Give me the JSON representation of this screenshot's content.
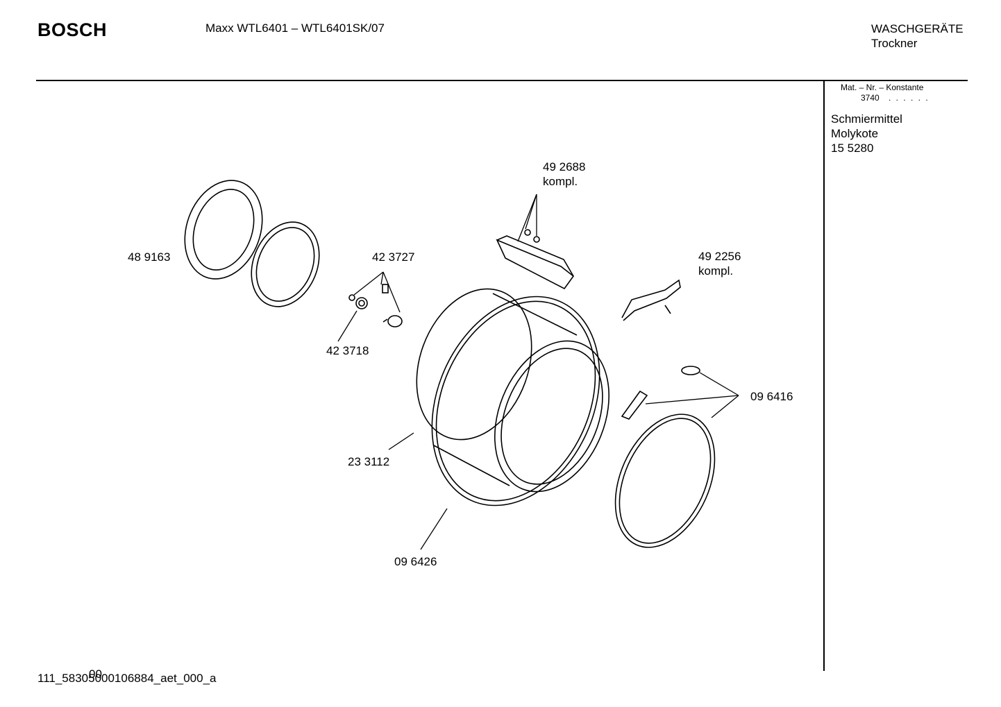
{
  "header": {
    "brand": "BOSCH",
    "model": "Maxx WTL6401 – WTL6401SK/07",
    "category_line1": "WASCHGERÄTE",
    "category_line2": "Trockner"
  },
  "sidebar": {
    "mat_header": "Mat. – Nr. – Konstante",
    "mat_value": "3740",
    "mat_dots": ". . . . . .",
    "lubricant_line1": "Schmiermittel",
    "lubricant_line2": "Molykote",
    "lubricant_line3": "15 5280"
  },
  "parts": [
    {
      "number": "48 9163",
      "note": ""
    },
    {
      "number": "42 3727",
      "note": ""
    },
    {
      "number": "42 3718",
      "note": ""
    },
    {
      "number": "49 2688",
      "note": "kompl."
    },
    {
      "number": "49 2256",
      "note": "kompl."
    },
    {
      "number": "09 6416",
      "note": ""
    },
    {
      "number": "23 3112",
      "note": ""
    },
    {
      "number": "09 6426",
      "note": ""
    }
  ],
  "footer": {
    "code": "111_58305000106884_aet_000_a",
    "overlap": "00"
  }
}
